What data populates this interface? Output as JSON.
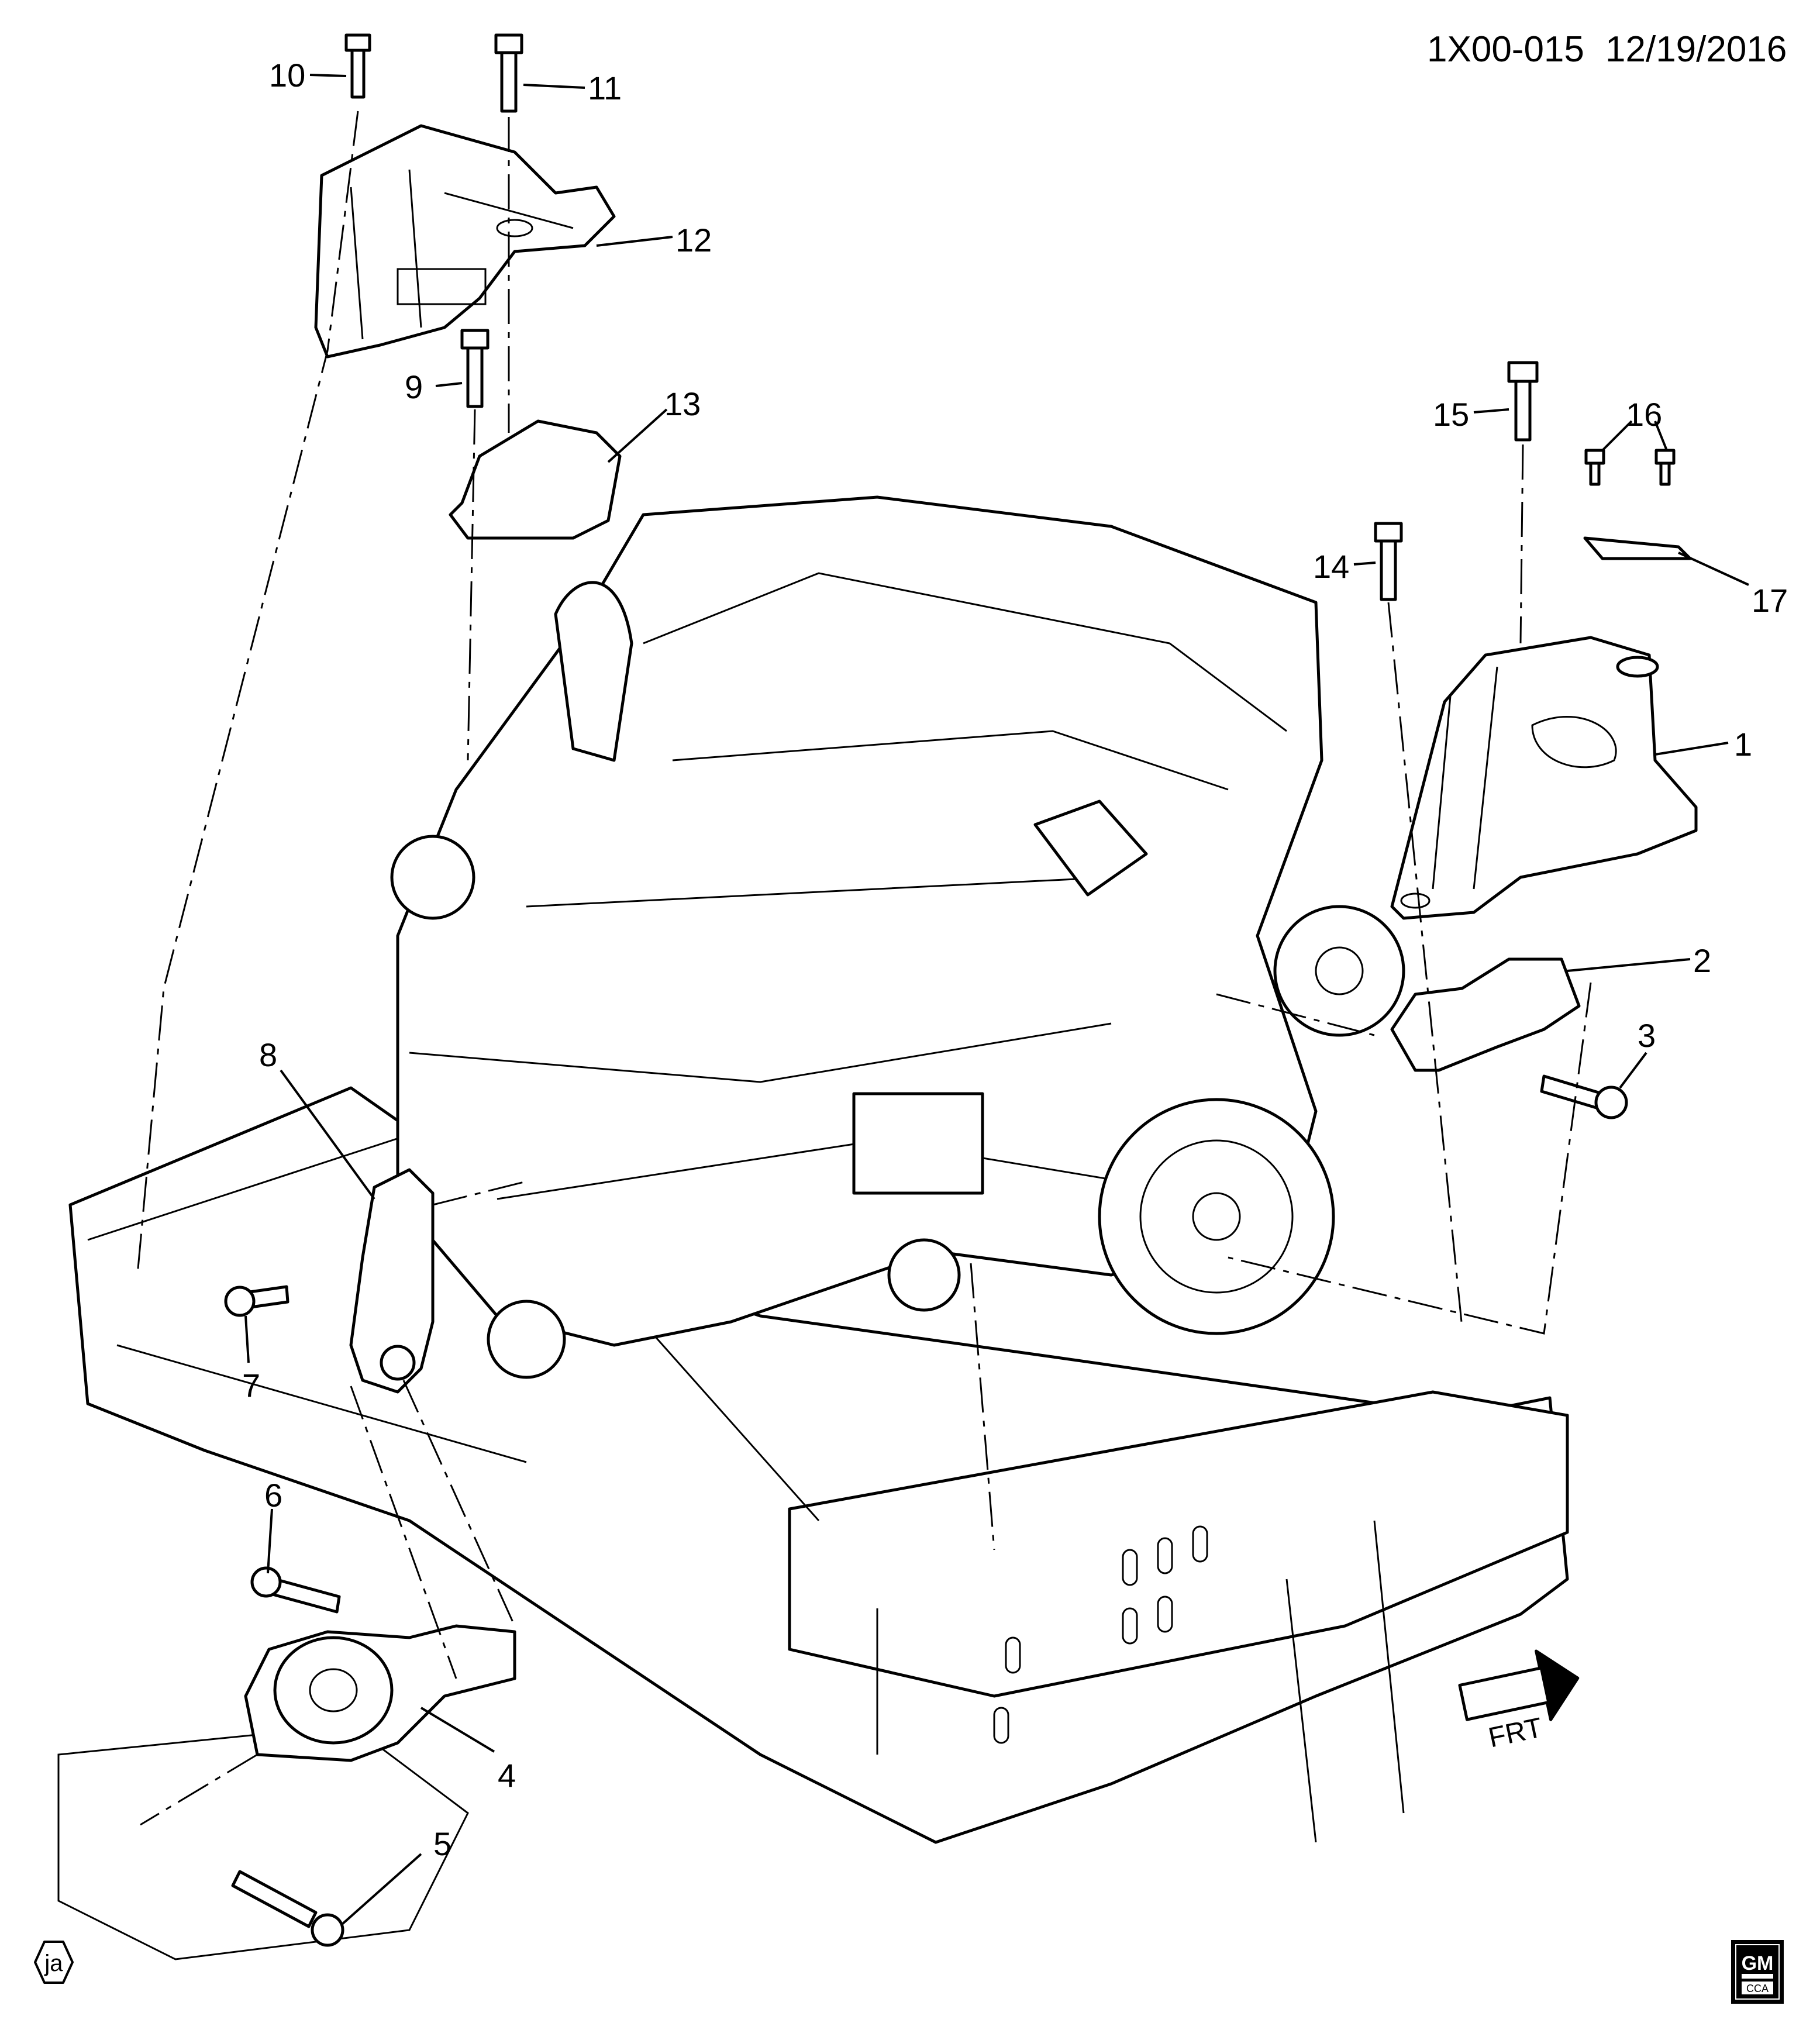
{
  "header": {
    "diagram_code": "1X00-015",
    "date": "12/19/2016"
  },
  "callouts": {
    "c1": "1",
    "c2": "2",
    "c3": "3",
    "c4": "4",
    "c5": "5",
    "c6": "6",
    "c7": "7",
    "c8": "8",
    "c9": "9",
    "c10": "10",
    "c11": "11",
    "c12": "12",
    "c13": "13",
    "c14": "14",
    "c15": "15",
    "c16": "16",
    "c17": "17"
  },
  "orientation": {
    "front_label": "FRT"
  },
  "footer": {
    "illustrator_mark": "ja",
    "logo_top": "GM",
    "logo_bottom": "CCA"
  }
}
